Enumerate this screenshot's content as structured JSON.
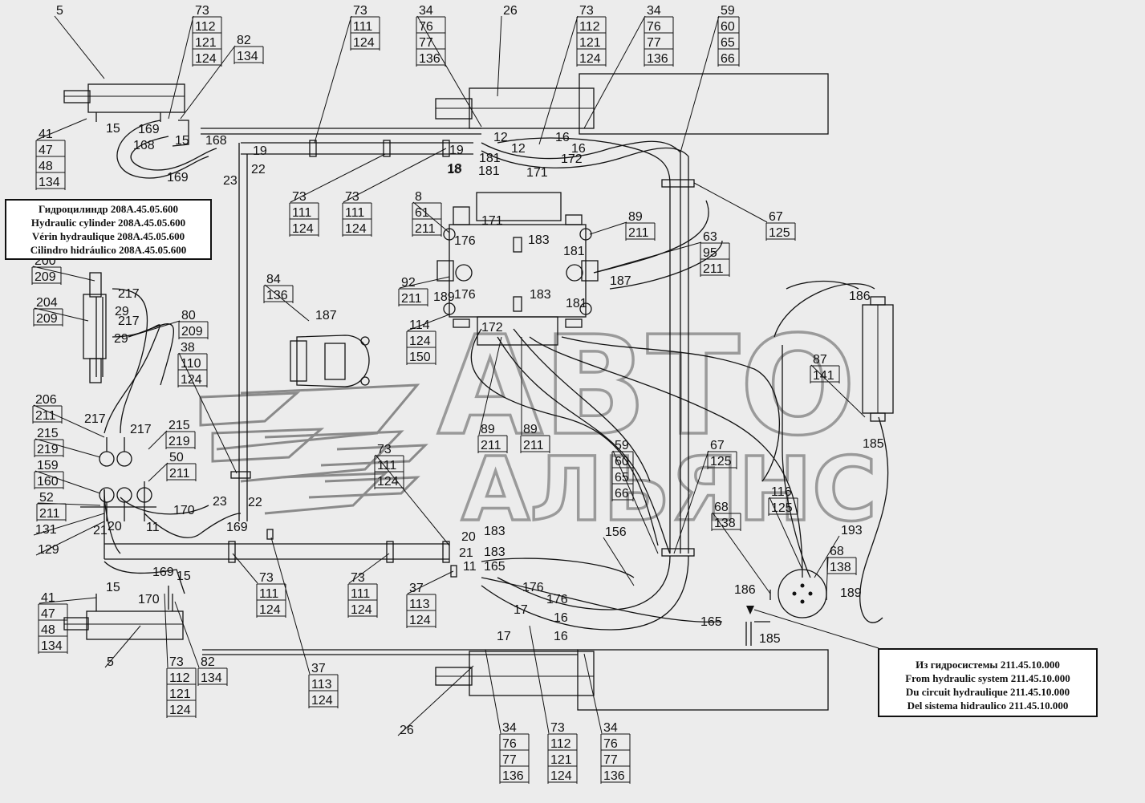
{
  "watermark": {
    "line1": "АВТО",
    "line2": "АЛЬЯНС"
  },
  "note_cylinder": {
    "lines": [
      "Гидроцилиндр 208А.45.05.600",
      "Hydraulic cylinder 208A.45.05.600",
      "Vérin hydraulique 208A.45.05.600",
      "Cilindro hidráulico 208A.45.05.600"
    ]
  },
  "note_system": {
    "lines": [
      "Из гидросистемы 211.45.10.000",
      "From hydraulic system 211.45.10.000",
      "Du circuit hydraulique 211.45.10.000",
      "Del sistema hidraulico 211.45.10.000"
    ]
  },
  "callout_stacks": [
    [
      "5"
    ],
    [
      "73",
      "112",
      "121",
      "124"
    ],
    [
      "82",
      "134"
    ],
    [
      "73",
      "111",
      "124"
    ],
    [
      "34",
      "76",
      "77",
      "136"
    ],
    [
      "26"
    ],
    [
      "73",
      "112",
      "121",
      "124"
    ],
    [
      "34",
      "76",
      "77",
      "136"
    ],
    [
      "59",
      "60",
      "65",
      "66"
    ],
    [
      "41",
      "47",
      "48",
      "134"
    ],
    [
      "73",
      "111",
      "124"
    ],
    [
      "73",
      "111",
      "124"
    ],
    [
      "8",
      "61",
      "211"
    ],
    [
      "89",
      "211"
    ],
    [
      "67",
      "125"
    ],
    [
      "63",
      "95",
      "211"
    ],
    [
      "200",
      "209"
    ],
    [
      "204",
      "209"
    ],
    [
      "80",
      "209"
    ],
    [
      "84",
      "136"
    ],
    [
      "38",
      "110",
      "124"
    ],
    [
      "92",
      "211"
    ],
    [
      "114",
      "124",
      "150"
    ],
    [
      "87",
      "141"
    ],
    [
      "206",
      "211"
    ],
    [
      "215",
      "219"
    ],
    [
      "159",
      "160"
    ],
    [
      "52",
      "211"
    ],
    [
      "131"
    ],
    [
      "129"
    ],
    [
      "215",
      "219"
    ],
    [
      "50",
      "211"
    ],
    [
      "89",
      "211"
    ],
    [
      "89",
      "211"
    ],
    [
      "59",
      "60",
      "65",
      "66"
    ],
    [
      "67",
      "125"
    ],
    [
      "73",
      "111",
      "124"
    ],
    [
      "116",
      "125"
    ],
    [
      "68",
      "138"
    ],
    [
      "193"
    ],
    [
      "68",
      "138"
    ],
    [
      "73",
      "111",
      "124"
    ],
    [
      "73",
      "111",
      "124"
    ],
    [
      "37",
      "113",
      "124"
    ],
    [
      "41",
      "47",
      "48",
      "134"
    ],
    [
      "5"
    ],
    [
      "73",
      "112",
      "121",
      "124"
    ],
    [
      "82",
      "134"
    ],
    [
      "37",
      "113",
      "124"
    ],
    [
      "26"
    ],
    [
      "34",
      "76",
      "77",
      "136"
    ],
    [
      "73",
      "112",
      "121",
      "124"
    ],
    [
      "34",
      "76",
      "77",
      "136"
    ],
    [
      "156"
    ]
  ],
  "part_labels": [
    "15",
    "169",
    "168",
    "15",
    "168",
    "19",
    "22",
    "169",
    "18",
    "23",
    "12",
    "12",
    "16",
    "16",
    "172",
    "171",
    "181",
    "181",
    "19",
    "18",
    "171",
    "176",
    "183",
    "181",
    "187",
    "176",
    "183",
    "181",
    "172",
    "189",
    "187",
    "217",
    "29",
    "217",
    "29",
    "186",
    "185",
    "217",
    "217",
    "170",
    "23",
    "22",
    "21",
    "20",
    "11",
    "169",
    "20",
    "183",
    "21",
    "183",
    "11",
    "165",
    "169",
    "15",
    "15",
    "170",
    "176",
    "17",
    "176",
    "16",
    "17",
    "16",
    "186",
    "189",
    "165",
    "185"
  ]
}
